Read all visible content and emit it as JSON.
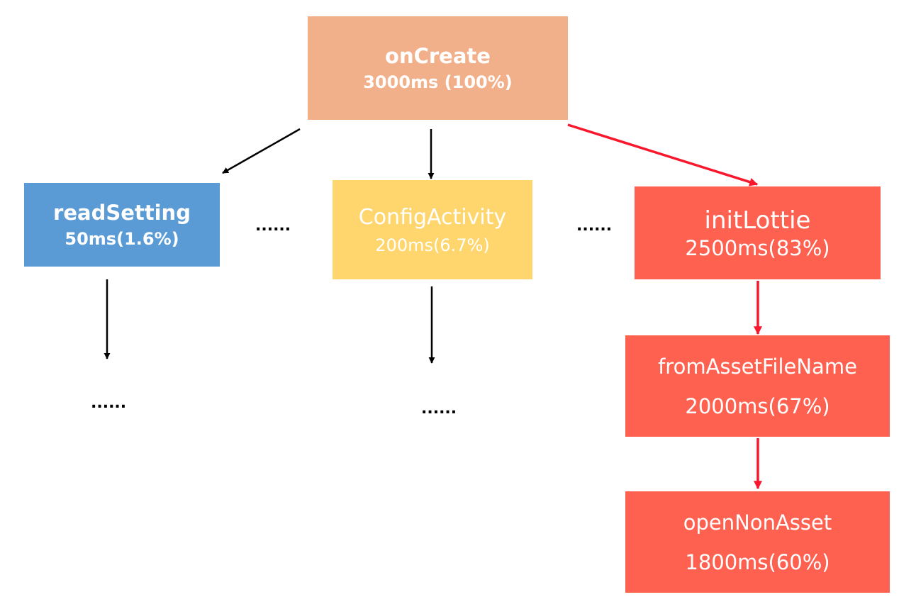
{
  "colors": {
    "root": "#F2B08A",
    "blue": "#5B9BD5",
    "yellow": "#FFD66E",
    "red": "#FF6150",
    "arrow_black": "#000000",
    "arrow_red": "#F8172C"
  },
  "nodes": {
    "oncreate": {
      "title": "onCreate",
      "time": "3000ms (100%)"
    },
    "readsetting": {
      "title": "readSetting",
      "time": "50ms(1.6%)"
    },
    "config": {
      "title": "ConfigActivity",
      "time": "200ms(6.7%)"
    },
    "initlottie": {
      "title": "initLottie",
      "time": "2500ms(83%)"
    },
    "fromasset": {
      "title": "fromAssetFileName",
      "time": "2000ms(67%)"
    },
    "opennon": {
      "title": "openNonAsset",
      "time": "1800ms(60%)"
    }
  },
  "ellipsis": {
    "between_readsetting_config": "......",
    "between_config_initlottie": "......",
    "under_readsetting": "......",
    "under_config": "......"
  }
}
